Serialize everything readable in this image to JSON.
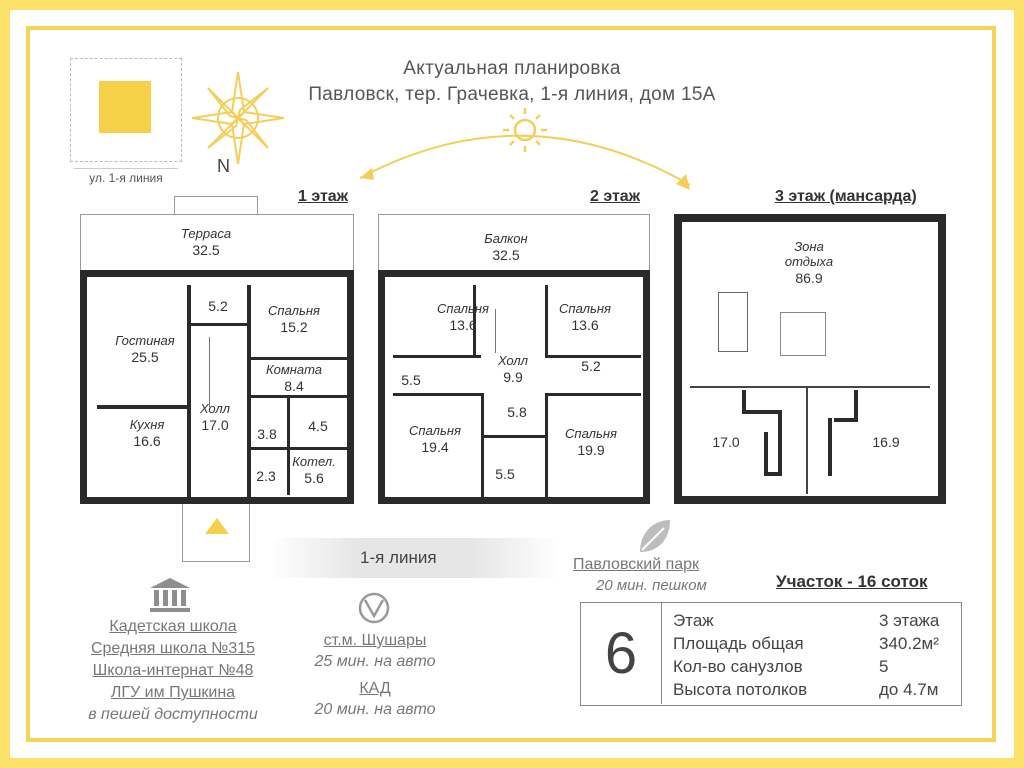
{
  "header": {
    "line1": "Актуальная планировка",
    "line2": "Павловск, тер. Грачевка, 1-я линия, дом 15А"
  },
  "compass": {
    "north": "N",
    "street_label": "ул. 1-я линия"
  },
  "floors": [
    {
      "label": "1 этаж"
    },
    {
      "label": "2 этаж"
    },
    {
      "label": "3 этаж (мансарда)"
    }
  ],
  "floor1": {
    "terrace": {
      "name": "Терраса",
      "area": "32.5"
    },
    "living": {
      "name": "Гостиная",
      "area": "25.5"
    },
    "kitchen": {
      "name": "Кухня",
      "area": "16.6"
    },
    "r52": {
      "area": "5.2"
    },
    "bedroom": {
      "name": "Спальня",
      "area": "15.2"
    },
    "room": {
      "name": "Комната",
      "area": "8.4"
    },
    "hall": {
      "name": "Холл",
      "area": "17.0"
    },
    "r38": {
      "area": "3.8"
    },
    "r45": {
      "area": "4.5"
    },
    "r23": {
      "area": "2.3"
    },
    "boiler": {
      "name": "Котел.",
      "area": "5.6"
    }
  },
  "floor2": {
    "balcony": {
      "name": "Балкон",
      "area": "32.5"
    },
    "bed1": {
      "name": "Спальня",
      "area": "13.6"
    },
    "bed2": {
      "name": "Спальня",
      "area": "13.6"
    },
    "hall": {
      "name": "Холл",
      "area": "9.9"
    },
    "b55a": {
      "area": "5.5"
    },
    "b52": {
      "area": "5.2"
    },
    "b58": {
      "area": "5.8"
    },
    "bed3": {
      "name": "Спальня",
      "area": "19.4"
    },
    "bed4": {
      "name": "Спальня",
      "area": "19.9"
    },
    "b55b": {
      "area": "5.5"
    }
  },
  "floor3": {
    "rest": {
      "name1": "Зона",
      "name2": "отдыха",
      "area": "86.9"
    },
    "left": {
      "area": "17.0"
    },
    "right": {
      "area": "16.9"
    }
  },
  "street": {
    "label": "1-я линия"
  },
  "park": {
    "name": "Павловский парк",
    "time": "20 мин. пешком"
  },
  "schools": [
    {
      "text": "Кадетская школа"
    },
    {
      "text": "Средняя школа №315"
    },
    {
      "text": "Школа-интернат №48"
    },
    {
      "text": "ЛГУ им Пушкина"
    }
  ],
  "schools_note": "в пешей доступности",
  "metro": {
    "name": "ст.м. Шушары",
    "time": "25 мин. на авто"
  },
  "kad": {
    "name": "КАД",
    "time": "20 мин. на авто"
  },
  "plot": "Участок - 16 соток",
  "stats": {
    "number": "6",
    "rows": [
      {
        "label": "Этаж",
        "value": "3 этажа"
      },
      {
        "label": "Площадь общая",
        "value": "340.2м²"
      },
      {
        "label": "Кол-во санузлов",
        "value": "5"
      },
      {
        "label": "Высота потолков",
        "value": "до 4.7м"
      }
    ]
  },
  "colors": {
    "accent": "#f6d25a",
    "wall": "#2a2a2a",
    "text": "#555555"
  }
}
